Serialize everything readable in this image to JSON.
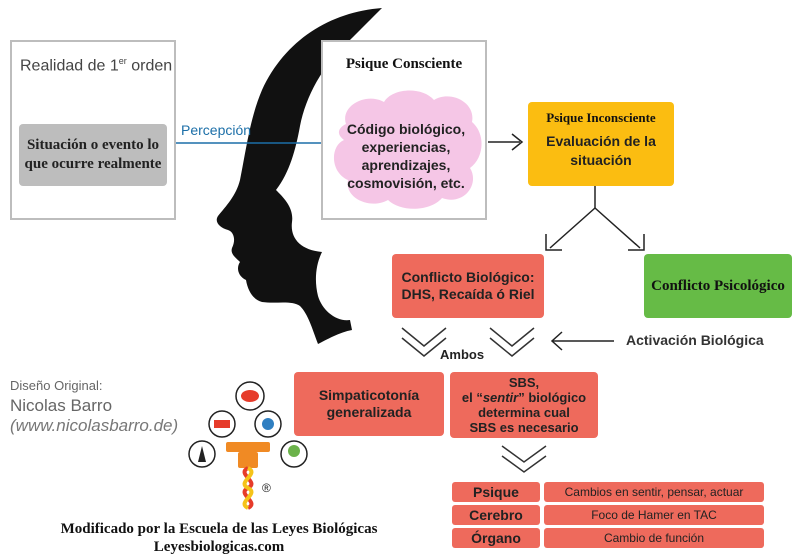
{
  "first_order": {
    "title": "Realidad de 1",
    "title_sup": "er",
    "title_suffix": " orden",
    "situation": "Situación o evento lo que ocurre realmente"
  },
  "perception_label": "Percepción",
  "conscious": {
    "title": "Psique Consciente",
    "cloud_text": "Código biológico, experiencias, aprendizajes, cosmovisión, etc."
  },
  "unconscious": {
    "title": "Psique Inconsciente",
    "text": "Evaluación de la situación"
  },
  "biological_conflict": "Conflicto Biológico: DHS, Recaída ó Riel",
  "psychological_conflict": "Conflicto Psicológico",
  "biological_activation": "Activación Biológica",
  "ambos": "Ambos",
  "sympathicotonia": "Simpaticotonía generalizada",
  "sbs_box": {
    "line1": "SBS,",
    "line2_pre": "el “",
    "line2_em": "sentir",
    "line2_post": "” biológico",
    "line3": "determina cual",
    "line4": "SBS es necesario"
  },
  "table": [
    {
      "label": "Psique",
      "value": "Cambios en sentir, pensar, actuar"
    },
    {
      "label": "Cerebro",
      "value": "Foco de Hamer en TAC"
    },
    {
      "label": "Órgano",
      "value": "Cambio de función"
    }
  ],
  "credits": {
    "designed_label": "Diseño Original:",
    "author": "Nicolas Barro",
    "author_url": "(www.nicolasbarro.de)"
  },
  "footer": {
    "line1": "Modificado por la Escuela de las Leyes Biológicas",
    "line2": "Leyesbiologicas.com"
  },
  "colors": {
    "gray": "#bdbdbd",
    "cloud": "#f5c6e6",
    "yellow": "#fbbd11",
    "green": "#66bb46",
    "red": "#ee6a5c",
    "blue": "#1c6fa8"
  }
}
